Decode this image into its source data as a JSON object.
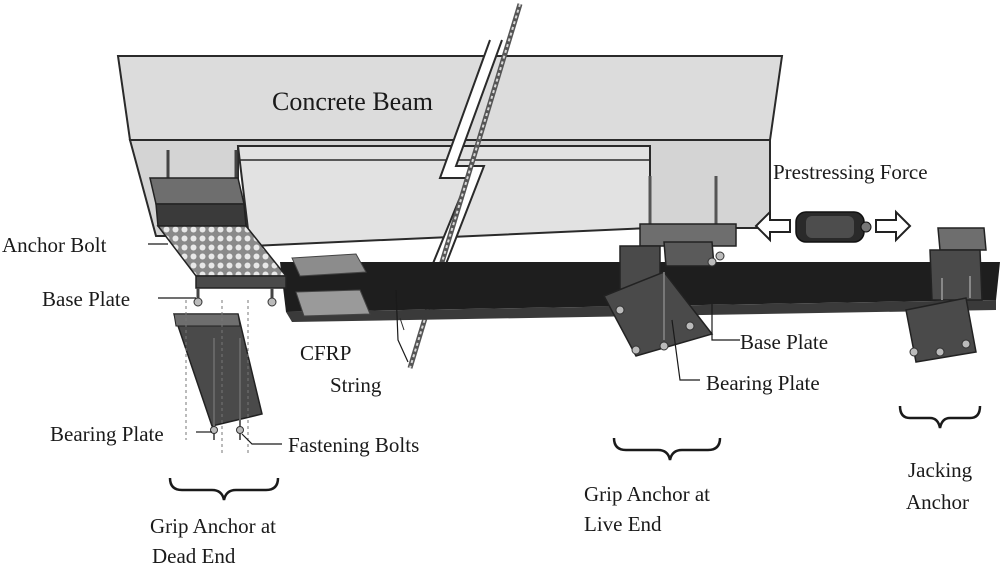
{
  "diagram": {
    "beam_label": "Concrete Beam",
    "prestress_label": "Prestressing Force",
    "anchor_bolt_label": "Anchor Bolt",
    "base_plate_left_label": "Base Plate",
    "cfrp_label_line1": "CFRP",
    "cfrp_label_line2": "String",
    "bearing_plate_left_label": "Bearing Plate",
    "fastening_bolts_label": "Fastening Bolts",
    "dead_end_line1": "Grip Anchor at",
    "dead_end_line2": "Dead End",
    "base_plate_right_label": "Base Plate",
    "bearing_plate_right_label": "Bearing Plate",
    "live_end_line1": "Grip Anchor at",
    "live_end_line2": "Live End",
    "jacking_line1": "Jacking",
    "jacking_line2": "Anchor"
  },
  "colors": {
    "beam_face": "#dcdcdc",
    "beam_edge": "#2a2a2a",
    "strip": "#1e1e1e",
    "plate": "#4a4a4a",
    "plate_top": "#6e6e6e",
    "text": "#1a1a1a"
  }
}
